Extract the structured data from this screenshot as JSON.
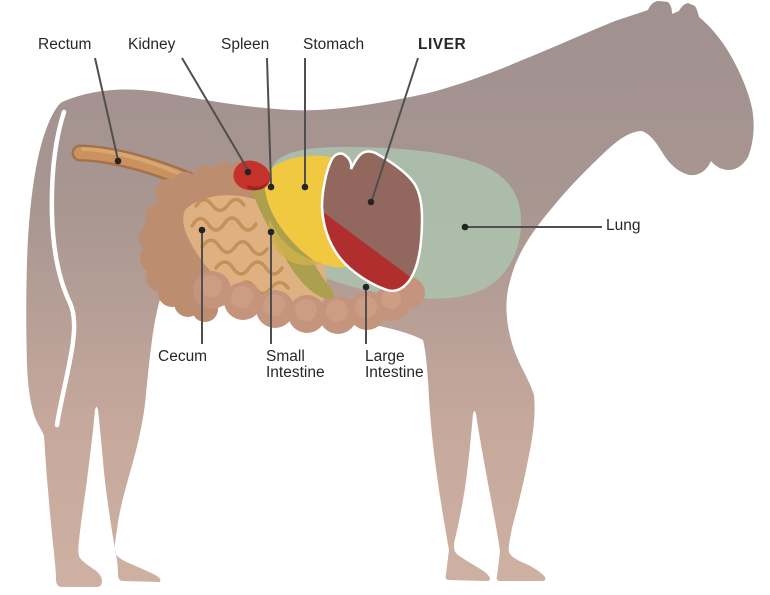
{
  "diagram": {
    "subject": "horse-internal-anatomy",
    "labels": {
      "rectum": "Rectum",
      "kidney": "Kidney",
      "spleen": "Spleen",
      "stomach": "Stomach",
      "liver": "LIVER",
      "lung": "Lung",
      "cecum": "Cecum",
      "small_intestine_line1": "Small",
      "small_intestine_line2": "Intestine",
      "large_intestine_line1": "Large",
      "large_intestine_line2": "Intestine"
    },
    "colors": {
      "background": "#ffffff",
      "body_top": "#a19190",
      "body_mid": "#a89691",
      "body_lower": "#c6a89c",
      "body_bottom": "#cfb1a3",
      "tail_line": "#ffffff",
      "lung": "#abc3ae",
      "rectum_outer": "#a5714b",
      "rectum_inner": "#c9925f",
      "rectum_highlight": "#dcab76",
      "cecum": "#bd8d6f",
      "small_intestine": "#e0b180",
      "intestine_coil": "#c28e58",
      "large_intestine": "#c4947c",
      "large_intestine_highlight": "#d0a186",
      "spleen": "#aca04e",
      "stomach": "#f0c940",
      "stomach_shade": "#cdb14c",
      "kidney": "#c5322b",
      "kidney_dark": "#9b2423",
      "liver_body": "#92685e",
      "liver_band": "#b02f2e",
      "liver_outline": "#ffffff",
      "leader_line": "#4f4f4f",
      "leader_dot": "#242424",
      "label_text": "#2b2627"
    }
  }
}
